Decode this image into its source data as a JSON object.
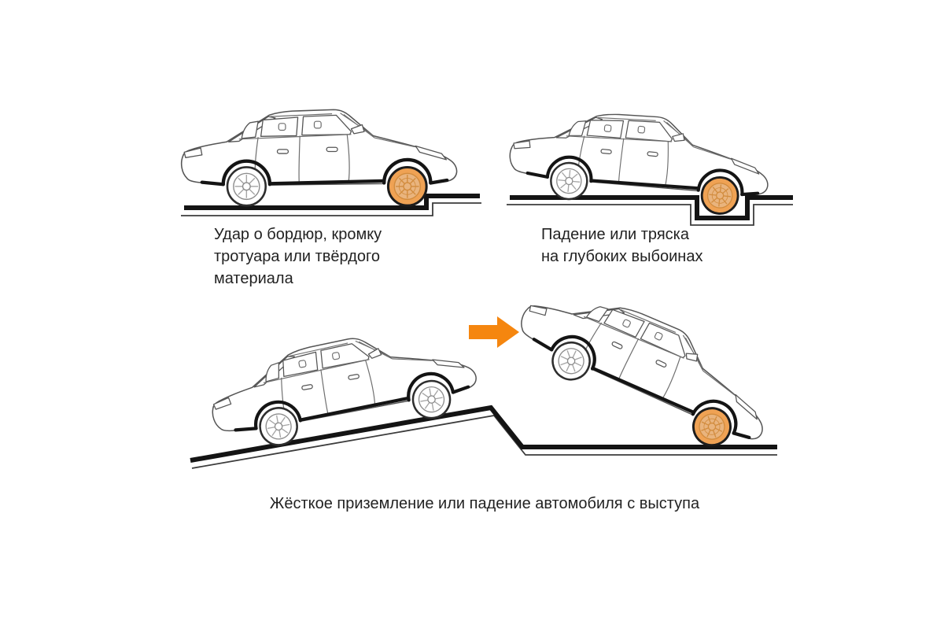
{
  "captions": {
    "curb": {
      "lines": [
        "Удар о бордюр, кромку",
        "тротуара или твёрдого",
        "материала"
      ]
    },
    "pothole": {
      "lines": [
        "Падение или тряска",
        "на глубоких выбоинах"
      ]
    },
    "drop": {
      "text": "Жёсткое приземление или падение автомобиля с выступа"
    }
  },
  "icons": {
    "arrow": "right-arrow-icon",
    "highlighted_wheel": "impacted-wheel"
  },
  "colors": {
    "accent_arrow": "#F5860F",
    "wheel_orange": "#EFA254",
    "wheel_orange_light": "#E9B47E",
    "wheel_orange_dark": "#D28C3E",
    "ink": "#141414",
    "line": "#555555",
    "text": "#222222"
  }
}
